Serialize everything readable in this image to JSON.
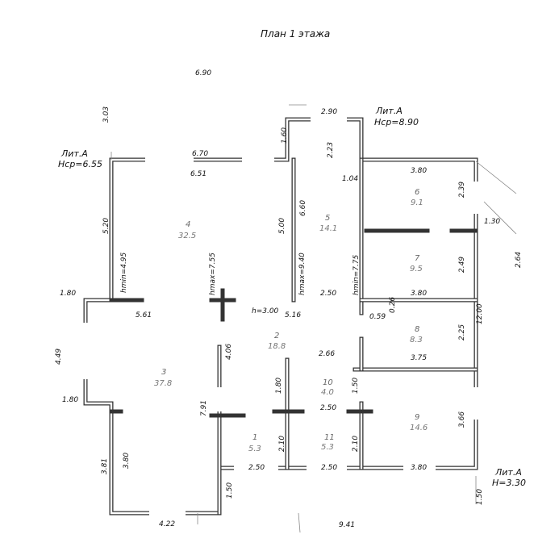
{
  "title": "План 1 этажа",
  "lit_labels": [
    {
      "name": "Лит.А",
      "value": "Нср=6.55"
    },
    {
      "name": "Лит.А",
      "value": "Нср=8.90"
    },
    {
      "name": "Лит.А",
      "value": "Н=3.30"
    }
  ],
  "rooms": [
    {
      "num": "1",
      "area": "5.3"
    },
    {
      "num": "2",
      "area": "18.8"
    },
    {
      "num": "3",
      "area": "37.8"
    },
    {
      "num": "4",
      "area": "32.5"
    },
    {
      "num": "5",
      "area": "14.1"
    },
    {
      "num": "6",
      "area": "9.1"
    },
    {
      "num": "7",
      "area": "9.5"
    },
    {
      "num": "8",
      "area": "8.3"
    },
    {
      "num": "9",
      "area": "14.6"
    },
    {
      "num": "10",
      "area": "4.0"
    },
    {
      "num": "11",
      "area": "5.3"
    }
  ],
  "heights": {
    "hmin": "hmin=4.95",
    "hmax1": "hmax=7.55",
    "h": "h=3.00",
    "hmax2": "hmax=9.40",
    "hmin2": "hmin=7.75"
  },
  "dimensions": {
    "d690": "6.90",
    "d303": "3.03",
    "d290": "2.90",
    "d160": "1.60",
    "d223": "2.23",
    "d670": "6.70",
    "d651": "6.51",
    "d104": "1.04",
    "d380a": "3.80",
    "d239": "2.39",
    "d130": "1.30",
    "d520": "5.20",
    "d500": "5.00",
    "d660": "6.60",
    "d264": "2.64",
    "d249": "2.49",
    "d180a": "1.80",
    "d250a": "2.50",
    "d380b": "3.80",
    "d561": "5.61",
    "d516": "5.16",
    "d059": "0.59",
    "d026": "0.26",
    "d1200": "12.00",
    "d225": "2.25",
    "d449": "4.49",
    "d406": "4.06",
    "d266": "2.66",
    "d375": "3.75",
    "d180b": "1.80",
    "d150a": "1.50",
    "d180c": "1.80",
    "d791": "7.91",
    "d250b": "2.50",
    "d366": "3.66",
    "d381": "3.81",
    "d380c": "3.80",
    "d210a": "2.10",
    "d210b": "2.10",
    "d250c": "2.50",
    "d250d": "2.50",
    "d380d": "3.80",
    "d150b": "1.50",
    "d150c": "1.50",
    "d422": "4.22",
    "d941": "9.41"
  }
}
